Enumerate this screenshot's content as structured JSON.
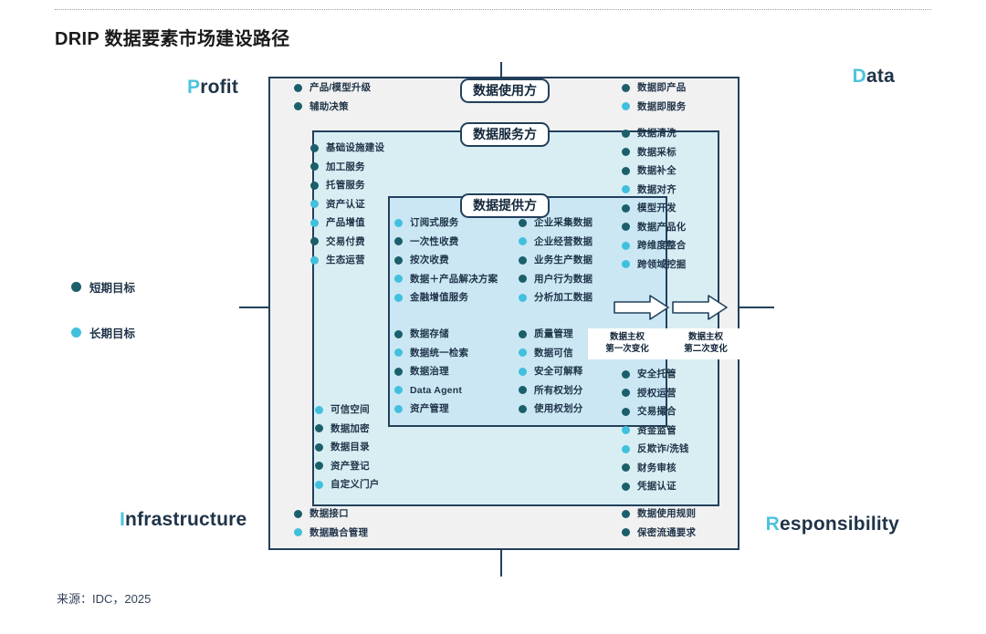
{
  "page": {
    "title": "DRIP 数据要素市场建设路径",
    "source": "来源：IDC，2025"
  },
  "colors": {
    "short_term": "#1b5f6b",
    "long_term": "#41c0de",
    "accent": "#4fc3dc",
    "navy": "#22405c",
    "outer_fill": "#f1f1f1",
    "service_fill": "#d8eef3",
    "provider_fill": "#cbe7f4"
  },
  "axes": {
    "profit": {
      "highlight": "P",
      "rest": "rofit"
    },
    "data": {
      "highlight": "D",
      "rest": "ata"
    },
    "infrastructure": {
      "highlight": "I",
      "rest": "nfrastructure"
    },
    "responsibility": {
      "highlight": "R",
      "rest": "esponsibility"
    }
  },
  "legend": {
    "items": [
      {
        "label": "短期目标",
        "color": "#1b5f6b"
      },
      {
        "label": "长期目标",
        "color": "#41c0de"
      }
    ]
  },
  "layers": {
    "consumer": {
      "pill": "数据使用方"
    },
    "service": {
      "pill": "数据服务方"
    },
    "provider": {
      "pill": "数据提供方"
    }
  },
  "groups": {
    "consumer_left": [
      {
        "label": "产品/模型升级",
        "type": "short"
      },
      {
        "label": "辅助决策",
        "type": "short"
      }
    ],
    "consumer_right": [
      {
        "label": "数据即产品",
        "type": "short"
      },
      {
        "label": "数据即服务",
        "type": "long"
      }
    ],
    "service_left": [
      {
        "label": "基础设施建设",
        "type": "short"
      },
      {
        "label": "加工服务",
        "type": "short"
      },
      {
        "label": "托管服务",
        "type": "short"
      },
      {
        "label": "资产认证",
        "type": "long"
      },
      {
        "label": "产品增值",
        "type": "long"
      },
      {
        "label": "交易付费",
        "type": "short"
      },
      {
        "label": "生态运营",
        "type": "long"
      }
    ],
    "service_right": [
      {
        "label": "数据清洗",
        "type": "short"
      },
      {
        "label": "数据采标",
        "type": "short"
      },
      {
        "label": "数据补全",
        "type": "short"
      },
      {
        "label": "数据对齐",
        "type": "long"
      },
      {
        "label": "模型开发",
        "type": "short"
      },
      {
        "label": "数据产品化",
        "type": "short"
      },
      {
        "label": "跨维度整合",
        "type": "long"
      },
      {
        "label": "跨领域挖掘",
        "type": "long"
      }
    ],
    "provider_left": [
      {
        "label": "订阅式服务",
        "type": "long"
      },
      {
        "label": "一次性收费",
        "type": "short"
      },
      {
        "label": "按次收费",
        "type": "short"
      },
      {
        "label": "数据＋产品解决方案",
        "type": "long"
      },
      {
        "label": "金融增值服务",
        "type": "long"
      }
    ],
    "provider_right": [
      {
        "label": "企业采集数据",
        "type": "short"
      },
      {
        "label": "企业经营数据",
        "type": "long"
      },
      {
        "label": "业务生产数据",
        "type": "short"
      },
      {
        "label": "用户行为数据",
        "type": "short"
      },
      {
        "label": "分析加工数据",
        "type": "long"
      }
    ],
    "storage": [
      {
        "label": "数据存储",
        "type": "short"
      },
      {
        "label": "数据统一检索",
        "type": "long"
      },
      {
        "label": "数据治理",
        "type": "short"
      },
      {
        "label": "Data Agent",
        "type": "long"
      },
      {
        "label": "资产管理",
        "type": "long"
      }
    ],
    "quality": [
      {
        "label": "质量管理",
        "type": "short"
      },
      {
        "label": "数据可信",
        "type": "long"
      },
      {
        "label": "安全可解释",
        "type": "long"
      },
      {
        "label": "所有权划分",
        "type": "short"
      },
      {
        "label": "使用权划分",
        "type": "short"
      }
    ],
    "trust": [
      {
        "label": "可信空间",
        "type": "long"
      },
      {
        "label": "数据加密",
        "type": "short"
      },
      {
        "label": "数据目录",
        "type": "short"
      },
      {
        "label": "资产登记",
        "type": "short"
      },
      {
        "label": "自定义门户",
        "type": "long"
      }
    ],
    "custody": [
      {
        "label": "安全托管",
        "type": "short"
      },
      {
        "label": "授权运营",
        "type": "short"
      },
      {
        "label": "交易撮合",
        "type": "short"
      },
      {
        "label": "资金监管",
        "type": "long"
      },
      {
        "label": "反欺诈/洗钱",
        "type": "long"
      },
      {
        "label": "财务审核",
        "type": "short"
      },
      {
        "label": "凭据认证",
        "type": "short"
      }
    ],
    "infrastructure": [
      {
        "label": "数据接口",
        "type": "short"
      },
      {
        "label": "数据融合管理",
        "type": "long"
      }
    ],
    "responsibility": [
      {
        "label": "数据使用规则",
        "type": "short"
      },
      {
        "label": "保密流通要求",
        "type": "short"
      }
    ]
  },
  "callouts": [
    {
      "line1": "数据主权",
      "line2": "第一次变化"
    },
    {
      "line1": "数据主权",
      "line2": "第二次变化"
    }
  ]
}
